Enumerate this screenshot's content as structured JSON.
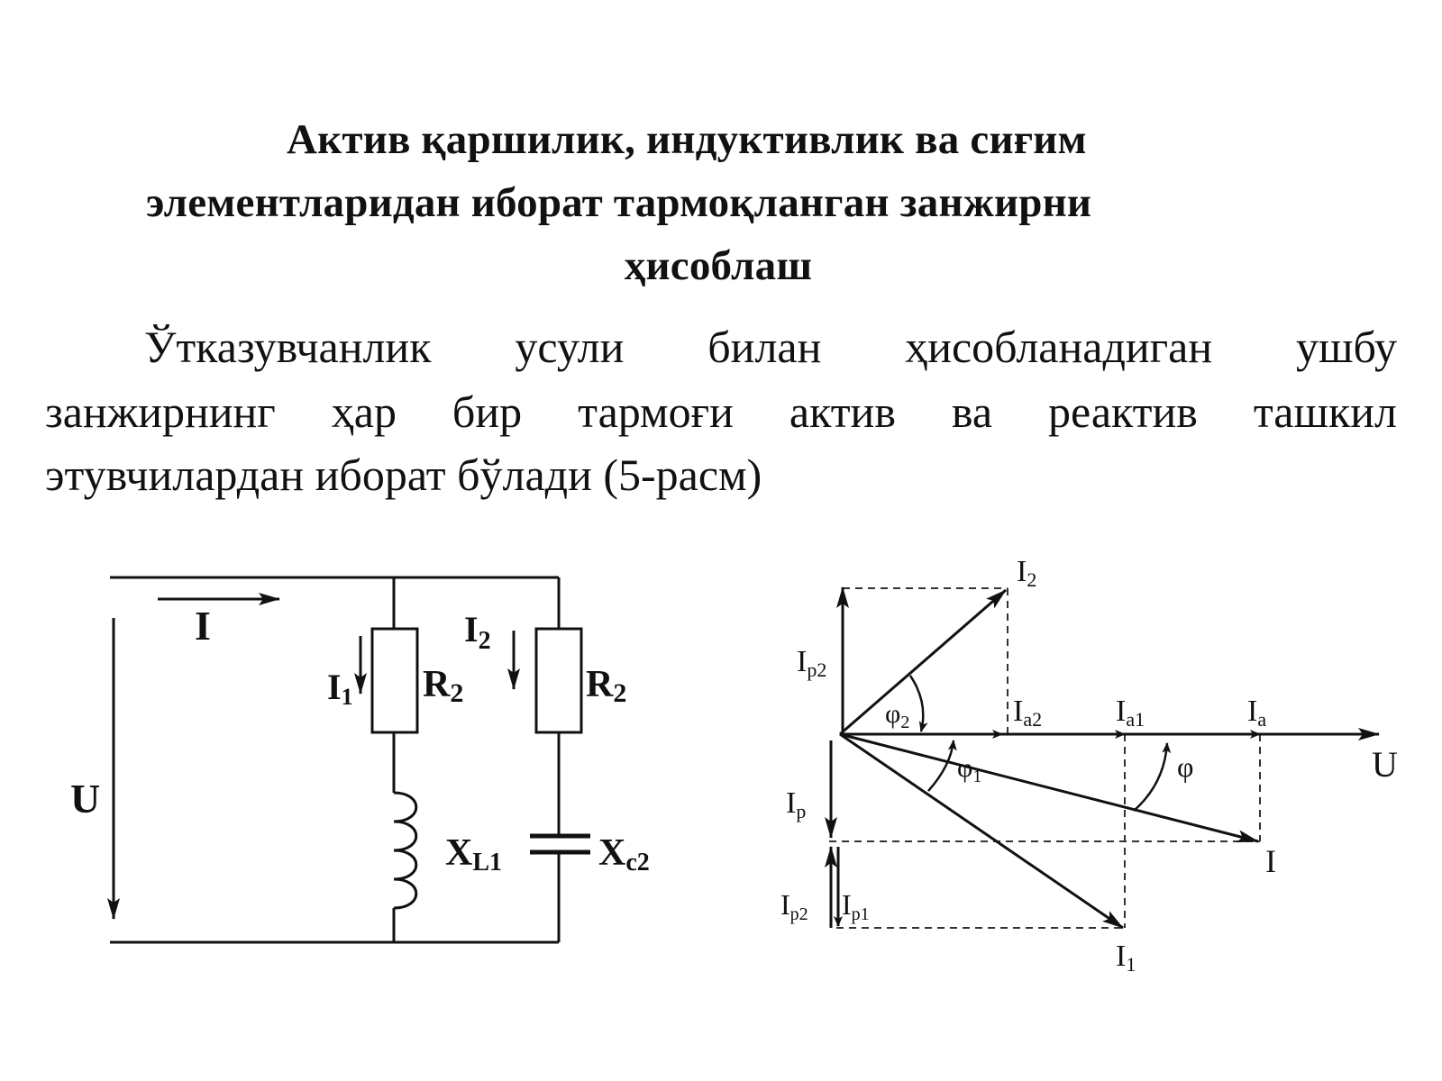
{
  "title": {
    "line1": "Актив қаршилик, индуктивлик ва сиғим",
    "line2": "элементларидан иборат тармоқланган занжирни",
    "line3": "ҳисоблаш"
  },
  "paragraph": {
    "line1": "Ўтказувчанлик усули билан ҳисобланадиган ушбу",
    "line2": "занжирнинг ҳар бир тармоғи актив ва реактив ташкил",
    "line3": "этувчилардан иборат бўлади (5-расм)"
  },
  "circuit": {
    "current_total": "I",
    "voltage": "U",
    "current_branch1": "I",
    "current_branch1_sub": "1",
    "current_branch2": "I",
    "current_branch2_sub": "2",
    "resistor1": "R",
    "resistor1_sub": "2",
    "resistor2": "R",
    "resistor2_sub": "2",
    "inductor": "X",
    "inductor_sub": "L1",
    "capacitor": "X",
    "capacitor_sub": "c2"
  },
  "phasor": {
    "I2": "I",
    "I2_sub": "2",
    "Ip2_top": "I",
    "Ip2_top_sub": "p2",
    "phi2": "φ",
    "phi2_sub": "2",
    "Ia2": "I",
    "Ia2_sub": "a2",
    "Ia1": "I",
    "Ia1_sub": "a1",
    "Ia": "I",
    "Ia_sub": "a",
    "U": "U",
    "phi1": "φ",
    "phi1_sub": "1",
    "phi": "φ",
    "Ip": "I",
    "Ip_sub": "p",
    "I": "I",
    "Ip2_bottom": "I",
    "Ip2_bottom_sub": "p2",
    "Ip1": "I",
    "Ip1_sub": "p1",
    "I1": "I",
    "I1_sub": "1"
  }
}
